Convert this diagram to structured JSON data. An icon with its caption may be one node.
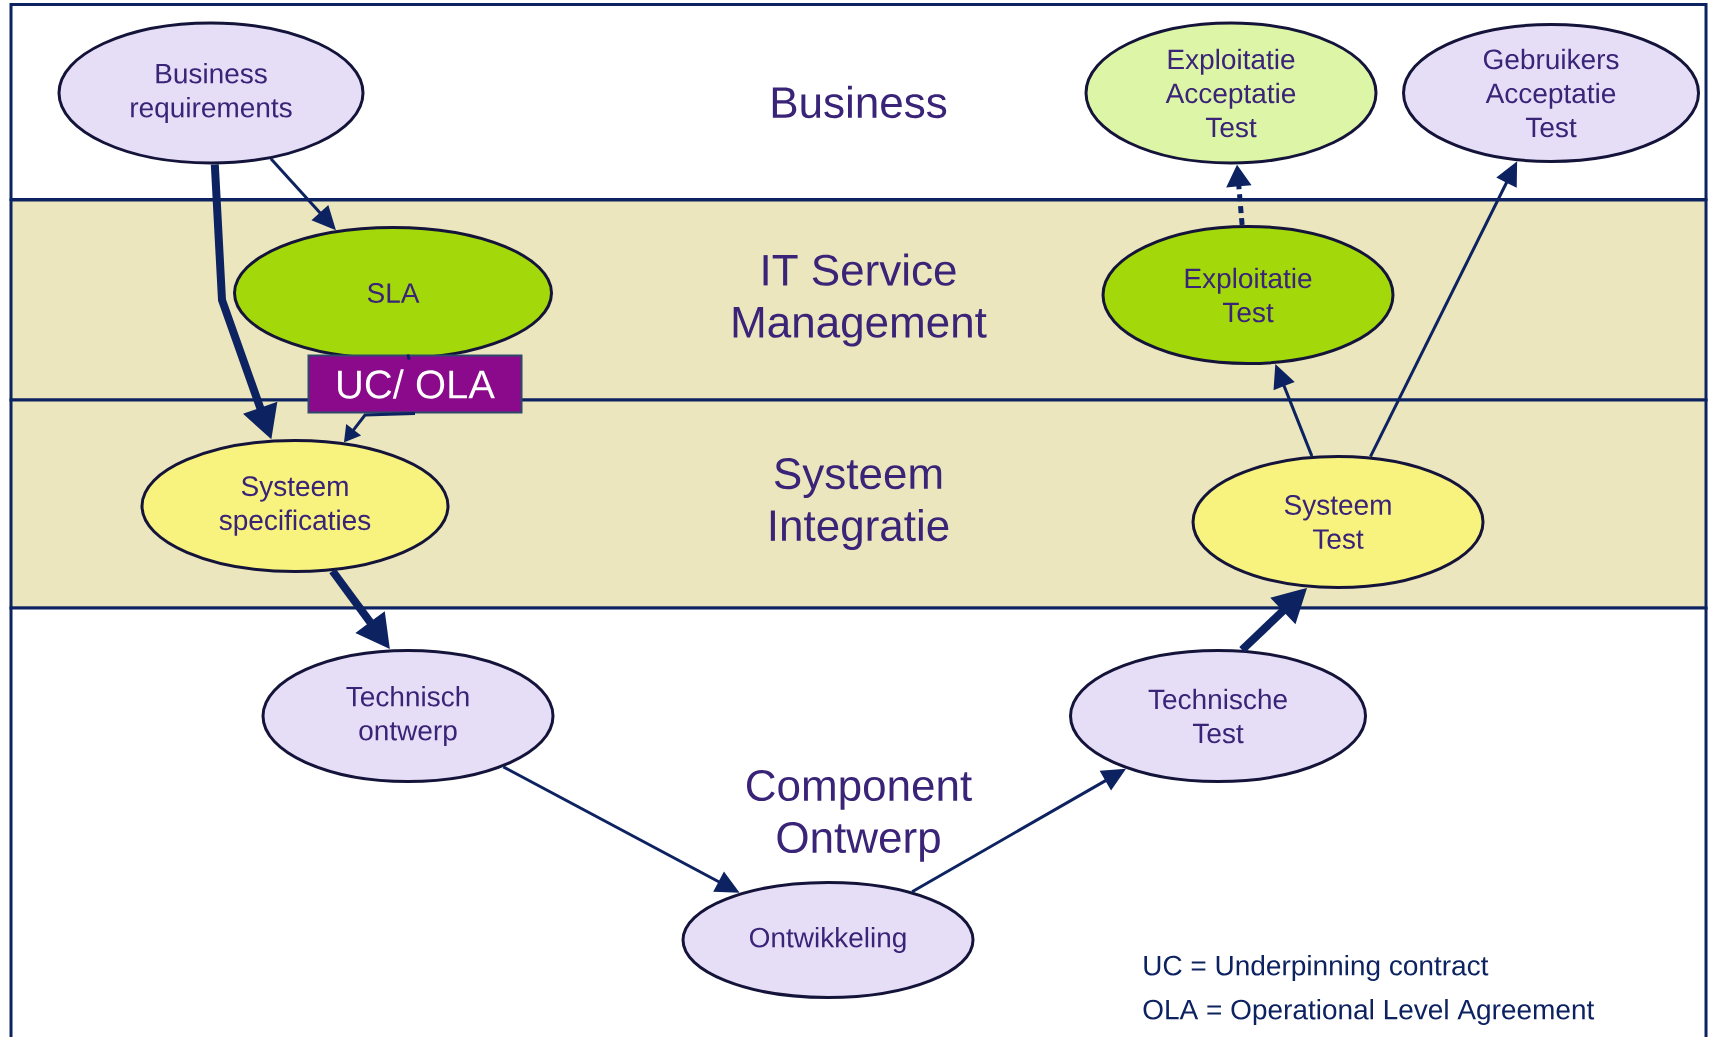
{
  "diagram": {
    "nodes": [
      {
        "text": [
          "Business"
        ]
      },
      {
        "text": [
          "Business requirements"
        ],
        "in": 0
      },
      {
        "text": [
          "Exploitatie Acceptatie Test"
        ],
        "in": 0
      },
      {
        "text": [
          "Gebruikers Acceptatie Test"
        ],
        "in": 0
      },
      {
        "text": [
          "IT Service Management"
        ]
      },
      {
        "text": [
          "SLA"
        ],
        "in": 4
      },
      {
        "text": [
          "Exploitatie Test"
        ],
        "in": 4
      },
      {
        "text": [
          "UC/ OLA"
        ]
      },
      {
        "text": [
          "Systeem Integratie"
        ]
      },
      {
        "text": [
          "Systeem specificaties"
        ],
        "in": 8
      },
      {
        "text": [
          "Systeem Test"
        ],
        "in": 8
      },
      {
        "text": [
          "Component Ontwerp"
        ]
      },
      {
        "text": [
          "Technisch ontwerp"
        ],
        "in": 11
      },
      {
        "text": [
          "Technische Test"
        ],
        "in": 11
      },
      {
        "text": [
          "Ontwikkeling"
        ],
        "in": 11
      }
    ],
    "edges": [
      {
        "from": 1,
        "to": 5,
        "arrow": "to"
      },
      {
        "from": 1,
        "to": 9,
        "arrow": "to",
        "style": "thick"
      },
      {
        "from": 5,
        "to": 7,
        "arrow": "none"
      },
      {
        "from": 7,
        "to": 9,
        "arrow": "to"
      },
      {
        "from": 9,
        "to": 12,
        "arrow": "to",
        "style": "thick"
      },
      {
        "from": 12,
        "to": 14,
        "arrow": "to"
      },
      {
        "from": 14,
        "to": 13,
        "arrow": "to"
      },
      {
        "from": 13,
        "to": 10,
        "arrow": "to",
        "style": "thick"
      },
      {
        "from": 10,
        "to": 6,
        "arrow": "to"
      },
      {
        "from": 10,
        "to": 3,
        "arrow": "to"
      },
      {
        "from": 6,
        "to": 2,
        "arrow": "to",
        "style": "dashed"
      }
    ],
    "labels": [
      "UC = Underpinning contract",
      "OLA = Operational Level Agreement"
    ]
  }
}
